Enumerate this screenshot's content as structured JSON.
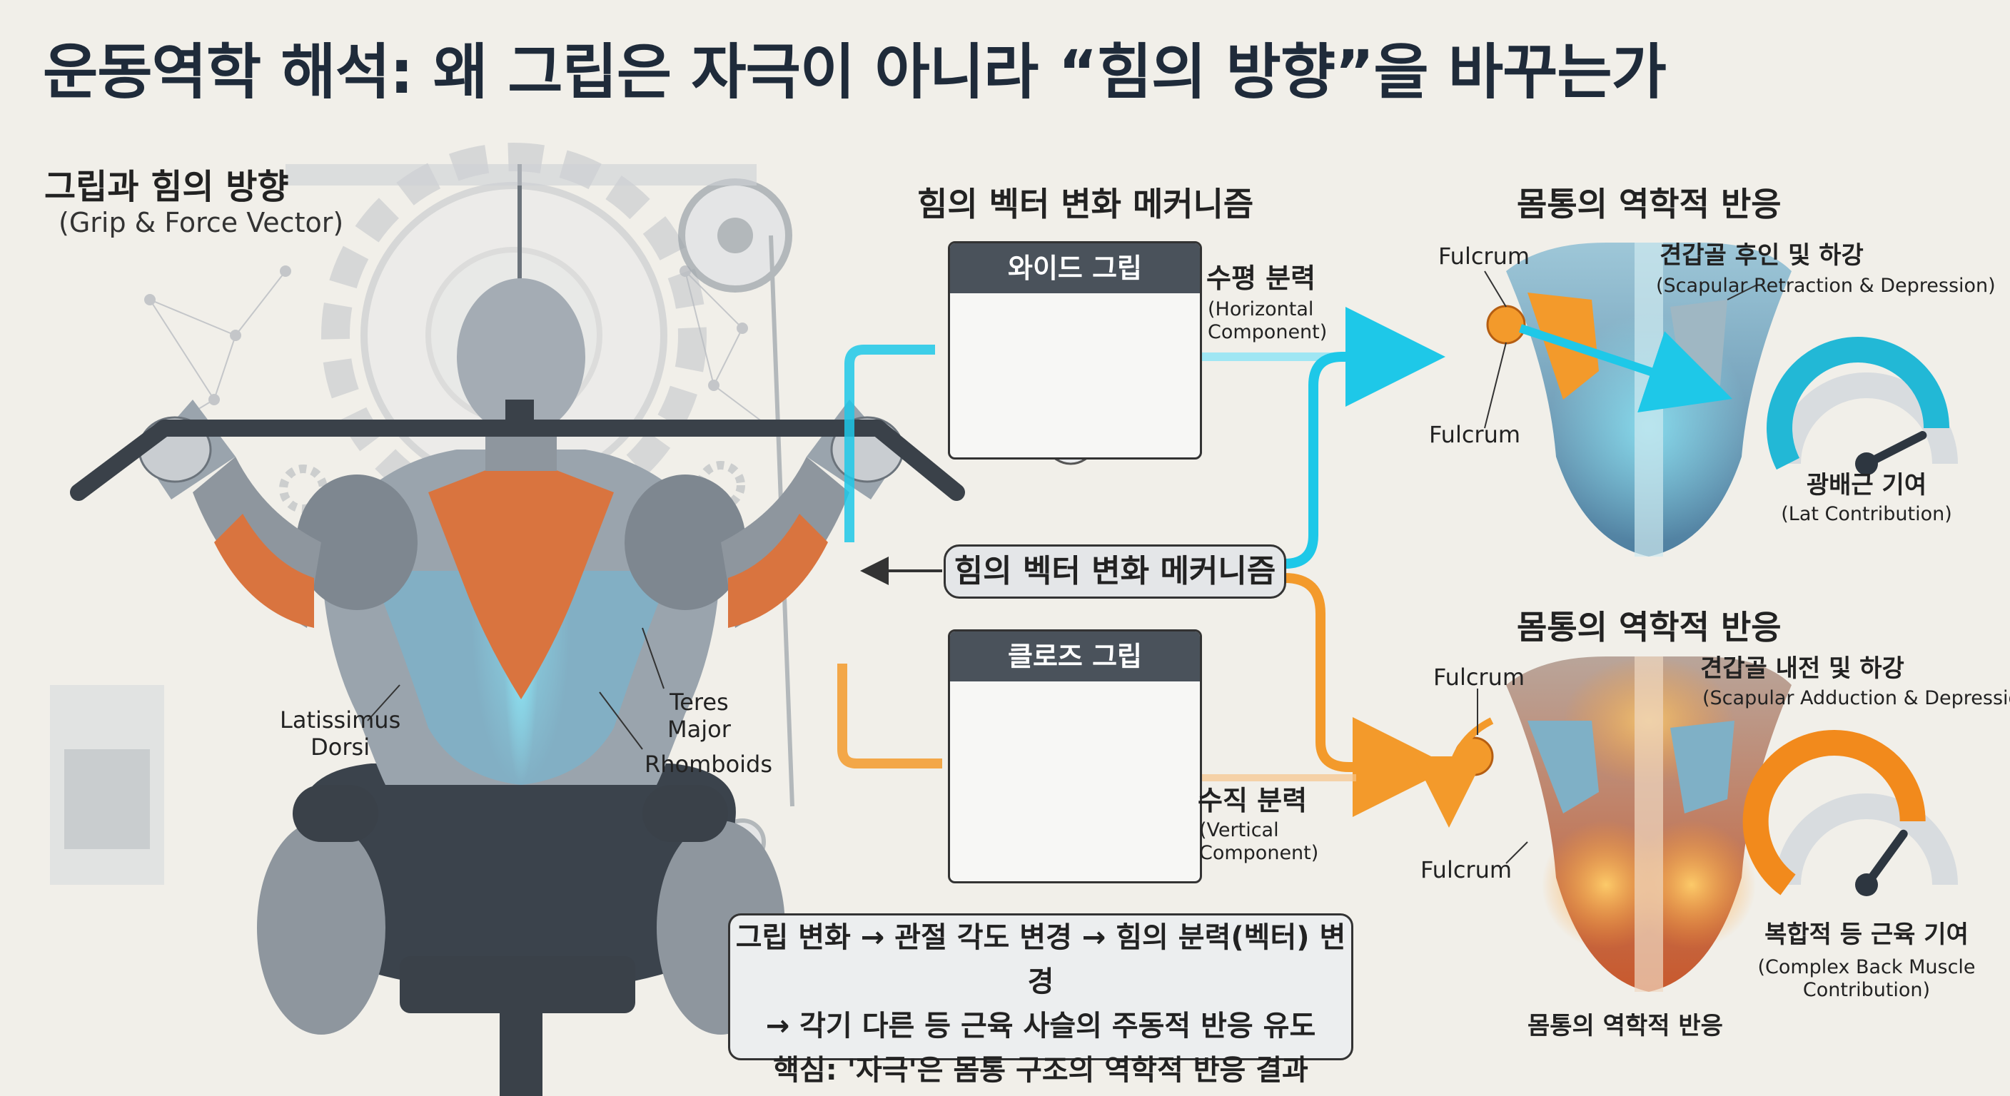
{
  "title": "운동역학 해석: 왜 그립은 자극이 아니라 “힘의 방향”을 바꾸는가",
  "left_section": {
    "title": "그립과 힘의 방향",
    "subtitle": "(Grip & Force Vector)",
    "muscle_labels": {
      "latissimus": "Latissimus\nDorsi",
      "teres": "Teres\nMajor",
      "rhomboids": "Rhomboids"
    }
  },
  "mechanism": {
    "title": "힘의 벡터 변화 메커니즘",
    "center_pill": "힘의 벡터 변화 메커니즘",
    "wide_grip": {
      "label": "와이드 그립",
      "component_ko": "수평 분력",
      "component_en": "(Horizontal\nComponent)"
    },
    "close_grip": {
      "label": "클로즈 그립",
      "component_ko": "수직 분력",
      "component_en": "(Vertical\nComponent)"
    }
  },
  "response_top": {
    "title": "몸통의 역학적 반응",
    "fulcrum_upper": "Fulcrum",
    "fulcrum_lower": "Fulcrum",
    "scapula_ko": "견갑골 후인 및 하강",
    "scapula_en": "(Scapular Retraction & Depression)",
    "gauge_ko": "광배근 기여",
    "gauge_en": "(Lat Contribution)",
    "gauge_level": 0.85,
    "gauge_color": "#22b8d6"
  },
  "response_bottom": {
    "title": "몸통의 역학적 반응",
    "fulcrum_upper": "Fulcrum",
    "fulcrum_lower": "Fulcrum",
    "scapula_ko": "견갑골 내전 및 하강",
    "scapula_en": "(Scapular Adduction & Depression)",
    "gauge_ko": "복합적 등 근육 기여",
    "gauge_en": "(Complex Back Muscle\nContribution)",
    "gauge_level": 0.7,
    "gauge_color": "#f28a1c",
    "caption": "몸통의 역학적 반응"
  },
  "summary": {
    "line1": "그립 변화 → 관절 각도 변경 → 힘의 분력(벡터) 변경",
    "line2": "→ 각기 다른 등 근육 사슬의 주동적 반응 유도",
    "line3": "핵심: '자극'은 몸통 구조의 역학적 반응 결과"
  },
  "colors": {
    "cyan": "#1ec8e8",
    "orange": "#f39a2b",
    "muscle_orange": "#d9743f",
    "dark": "#2d3640"
  }
}
